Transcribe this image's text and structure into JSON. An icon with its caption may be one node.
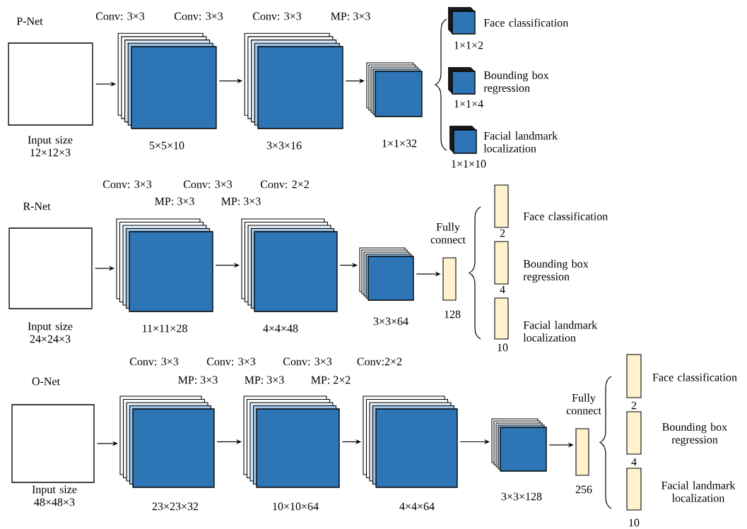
{
  "diagram": {
    "nodes": [
      {
        "text": [],
        "shape": "box",
        "beside": [
          "Input size 12×12×3"
        ]
      },
      {
        "text": [],
        "shape": "stack",
        "beside": [
          "5×5×10"
        ]
      },
      {
        "text": [],
        "shape": "stack",
        "beside": [
          "3×3×16"
        ]
      },
      {
        "text": [],
        "shape": "stack",
        "beside": [
          "1×1×32"
        ]
      },
      {
        "text": [],
        "shape": "cube",
        "beside": [
          "Face classification",
          "1×1×2"
        ]
      },
      {
        "text": [],
        "shape": "cube",
        "beside": [
          "Bounding box regression",
          "1×1×4"
        ]
      },
      {
        "text": [],
        "shape": "cube",
        "beside": [
          "Facial landmark localization",
          "1×1×10"
        ]
      },
      {
        "text": [],
        "shape": "box",
        "beside": [
          "Input size 24×24×3"
        ]
      },
      {
        "text": [],
        "shape": "stack",
        "beside": [
          "11×11×28"
        ]
      },
      {
        "text": [],
        "shape": "stack",
        "beside": [
          "4×4×48"
        ]
      },
      {
        "text": [],
        "shape": "stack",
        "beside": [
          "3×3×64"
        ]
      },
      {
        "text": [],
        "shape": "bar",
        "beside": [
          "Fully connect",
          "128"
        ]
      },
      {
        "text": [],
        "shape": "bar",
        "beside": [
          "Face classification",
          "2"
        ]
      },
      {
        "text": [],
        "shape": "bar",
        "beside": [
          "Bounding box regression",
          "4"
        ]
      },
      {
        "text": [],
        "shape": "bar",
        "beside": [
          "Facial landmark localization",
          "10"
        ]
      },
      {
        "text": [],
        "shape": "box",
        "beside": [
          "Input size 48×48×3"
        ]
      },
      {
        "text": [],
        "shape": "stack",
        "beside": [
          "23×23×32"
        ]
      },
      {
        "text": [],
        "shape": "stack",
        "beside": [
          "10×10×64"
        ]
      },
      {
        "text": [],
        "shape": "stack",
        "beside": [
          "4×4×64"
        ]
      },
      {
        "text": [],
        "shape": "stack",
        "beside": [
          "3×3×128"
        ]
      },
      {
        "text": [],
        "shape": "bar",
        "beside": [
          "Fully connect",
          "256"
        ]
      },
      {
        "text": [],
        "shape": "bar",
        "beside": [
          "Face classification",
          "2"
        ]
      },
      {
        "text": [],
        "shape": "bar",
        "beside": [
          "Bounding box regression",
          "4"
        ]
      },
      {
        "text": [],
        "shape": "bar",
        "beside": [
          "Facial landmark localization",
          "10"
        ]
      }
    ],
    "edges": [
      {
        "from": 0,
        "to": 1,
        "arrow": "to"
      },
      {
        "from": 1,
        "to": 2,
        "arrow": "to"
      },
      {
        "from": 2,
        "to": 3,
        "arrow": "to"
      },
      {
        "from": 7,
        "to": 8,
        "arrow": "to"
      },
      {
        "from": 8,
        "to": 9,
        "arrow": "to"
      },
      {
        "from": 9,
        "to": 10,
        "arrow": "to"
      },
      {
        "from": 10,
        "to": 11,
        "arrow": "to"
      },
      {
        "from": 15,
        "to": 16,
        "arrow": "to"
      },
      {
        "from": 16,
        "to": 17,
        "arrow": "to"
      },
      {
        "from": 17,
        "to": 18,
        "arrow": "to"
      },
      {
        "from": 18,
        "to": 19,
        "arrow": "to"
      },
      {
        "from": 19,
        "to": 20,
        "arrow": "to"
      }
    ],
    "labels": [
      "P-Net",
      "Conv: 3×3",
      "Conv: 3×3",
      "Conv: 3×3",
      "MP: 3×3",
      "R-Net",
      "Conv: 3×3",
      "Conv: 3×3",
      "Conv: 2×2",
      "MP: 3×3",
      "MP: 3×3",
      "O-Net",
      "Conv: 3×3",
      "Conv: 3×3",
      "Conv: 3×3",
      "Conv:2×2",
      "MP: 3×3",
      "MP: 3×3",
      "MP: 2×2"
    ]
  }
}
